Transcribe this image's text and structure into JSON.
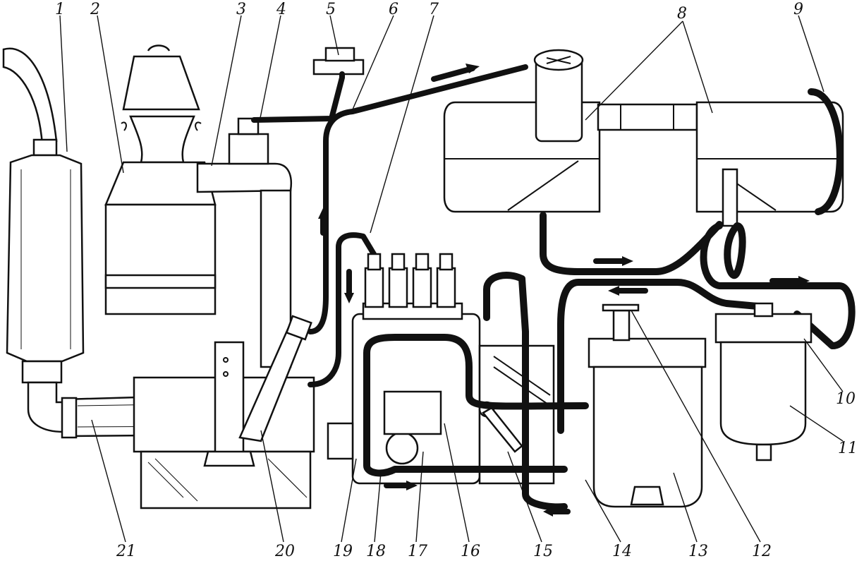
{
  "labels_top": [
    "1",
    "2",
    "3",
    "4",
    "5",
    "6",
    "7",
    "8",
    "9"
  ],
  "labels_right": [
    "10",
    "11"
  ],
  "labels_bottom": [
    "21",
    "20",
    "19",
    "18",
    "17",
    "16",
    "15",
    "14",
    "13",
    "12"
  ],
  "colors": {
    "ink": "#111111",
    "paper": "#ffffff"
  }
}
